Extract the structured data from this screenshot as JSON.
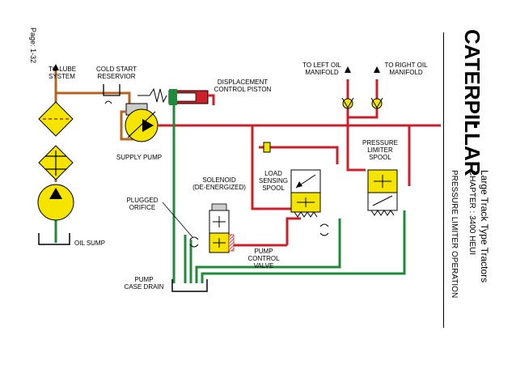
{
  "header": {
    "brand": "CATERPILLAR",
    "title": "Large Track Type Tractors",
    "chapter": "CHAPTER :  3400 HEUI",
    "subtitle": "PRESSURE LIMITER OPERATION",
    "page": "Page:  1-32"
  },
  "labels": {
    "to_lube": "TO LUBE\nSYSTEM",
    "cold_start": "COLD START\nRESERVIOR",
    "displacement": "DISPLACEMENT\nCONTROL PISTON",
    "left_manifold": "TO LEFT OIL\nMANIFOLD",
    "right_manifold": "TO RIGHT OIL\nMANIFOLD",
    "pressure_limiter": "PRESSURE\nLIMITER\nSPOOL",
    "supply_pump": "SUPPLY PUMP",
    "solenoid": "SOLENOID\n(DE-ENERGIZED)",
    "load_sensing": "LOAD\nSENSING\nSPOOL",
    "plugged_orifice": "PLUGGED\nORIFICE",
    "oil_sump": "OIL SUMP",
    "pump_control": "PUMP\nCONTROL\nVALVE",
    "case_drain": "PUMP\nCASE DRAIN"
  },
  "colors": {
    "high_pressure": "#cc1f2a",
    "lube": "#b5651d",
    "drain": "#1f8a3a",
    "component": "#f5e400",
    "hatched": "#d84040"
  }
}
